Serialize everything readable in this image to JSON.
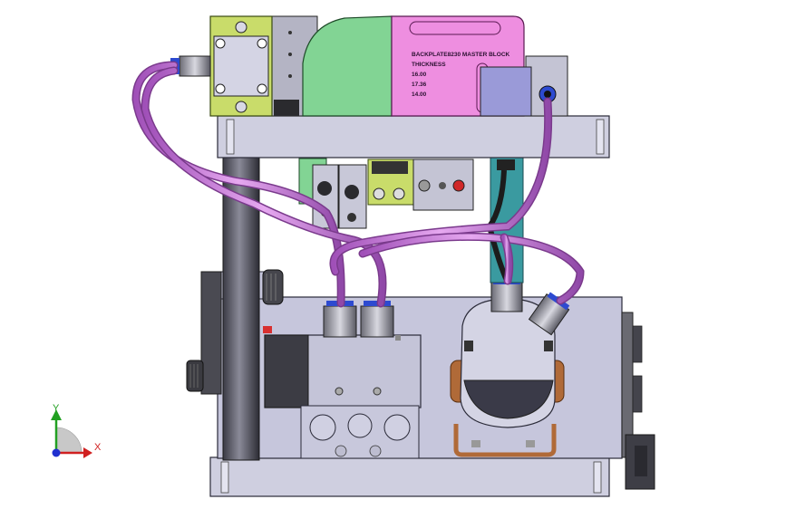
{
  "label_block": {
    "title": "BACKPLATE8230 MASTER BLOCK",
    "subtitle": "THICKNESS",
    "values": [
      "16.00",
      "17.36",
      "14.00"
    ]
  },
  "triad": {
    "y_label": "Y",
    "x_label": "X"
  },
  "colors": {
    "background": "#ffffff",
    "metal": "#c6c6dc",
    "plate": "#cfcfe0",
    "green_block": "#82d494",
    "pink_block": "#ee8ee0",
    "yellow_green": "#c9dc6a",
    "tube": "#c070d0",
    "teal": "#3a9aa0",
    "copper": "#b06a38"
  }
}
